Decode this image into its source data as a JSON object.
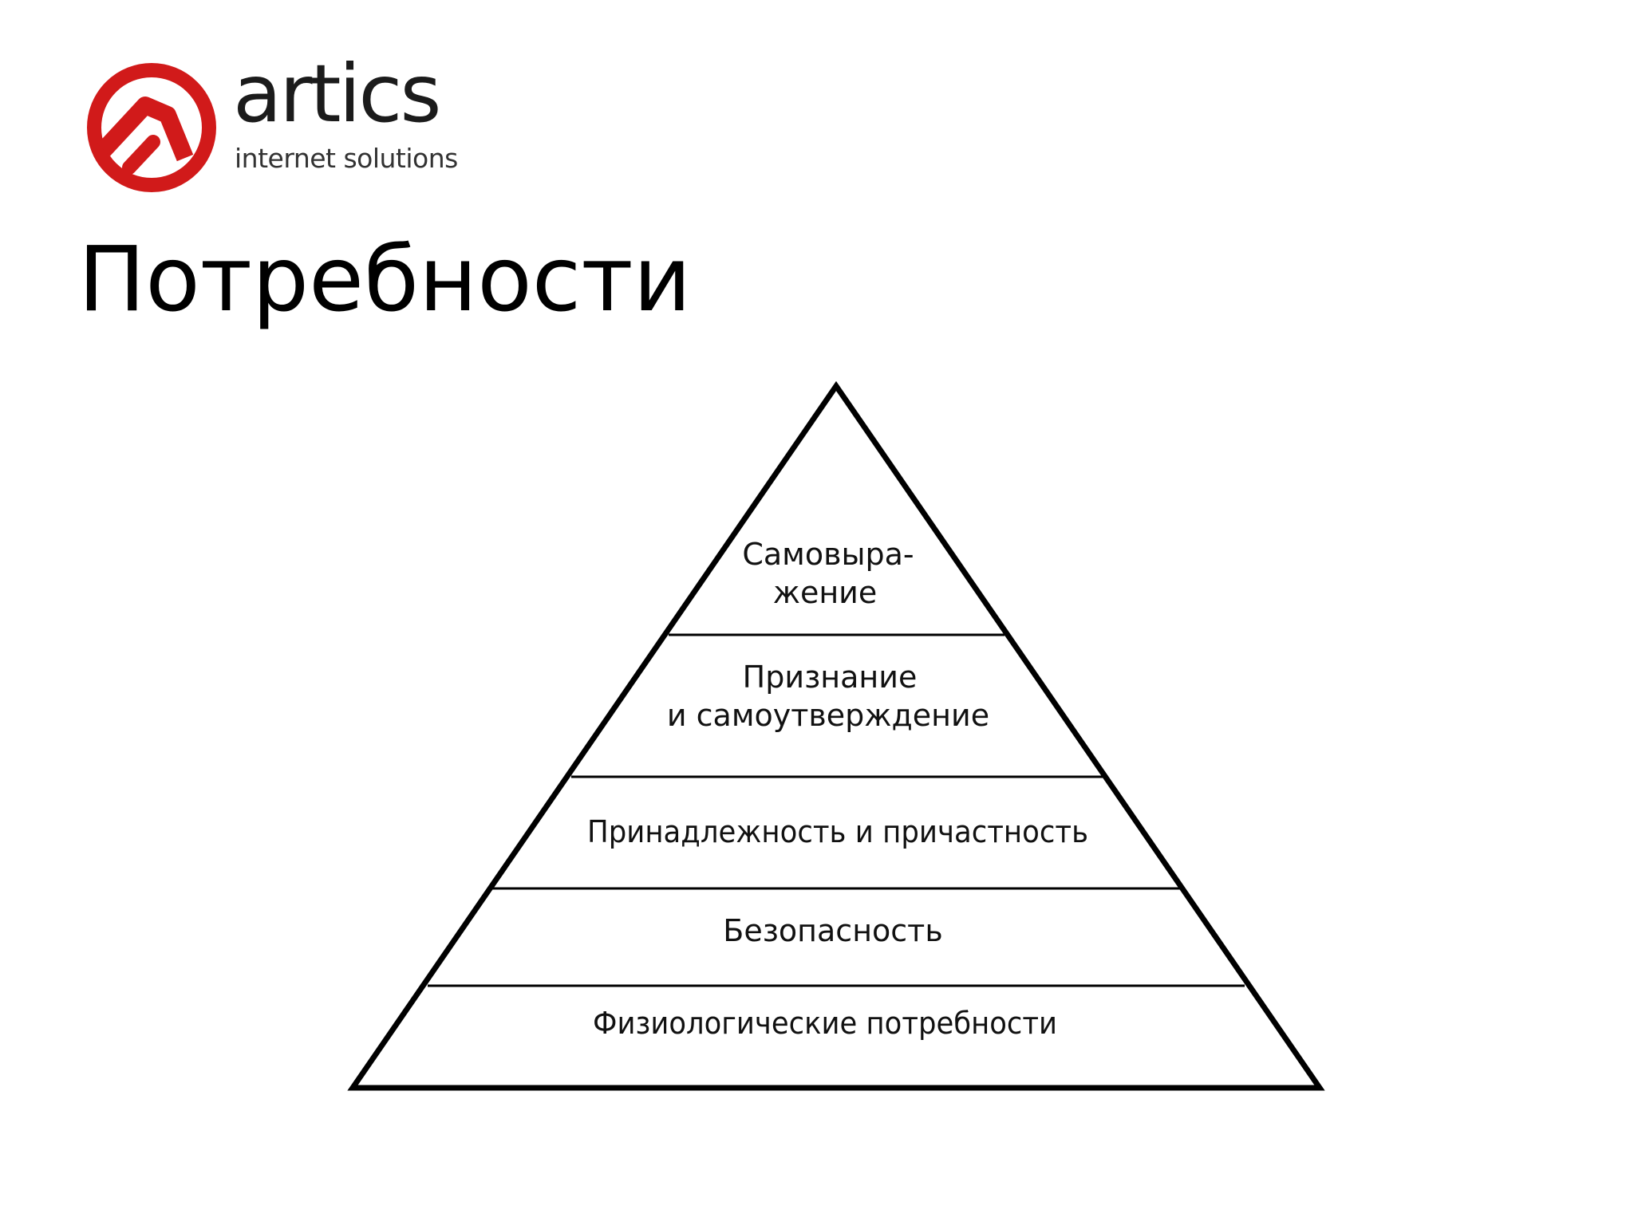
{
  "brand": {
    "name": "artics",
    "tagline": "internet solutions",
    "accent_color": "#d11a1a",
    "logo_icon": "artics-a-logo-icon"
  },
  "title": "Потребности",
  "pyramid": {
    "levels": [
      {
        "lines": [
          "Самовыра-",
          "жение"
        ]
      },
      {
        "lines": [
          "Признание",
          "и самоутверждение"
        ]
      },
      {
        "lines": [
          "Принадлежность и причастность"
        ]
      },
      {
        "lines": [
          "Безопасность"
        ]
      },
      {
        "lines": [
          "Физиологические потребности"
        ]
      }
    ]
  }
}
